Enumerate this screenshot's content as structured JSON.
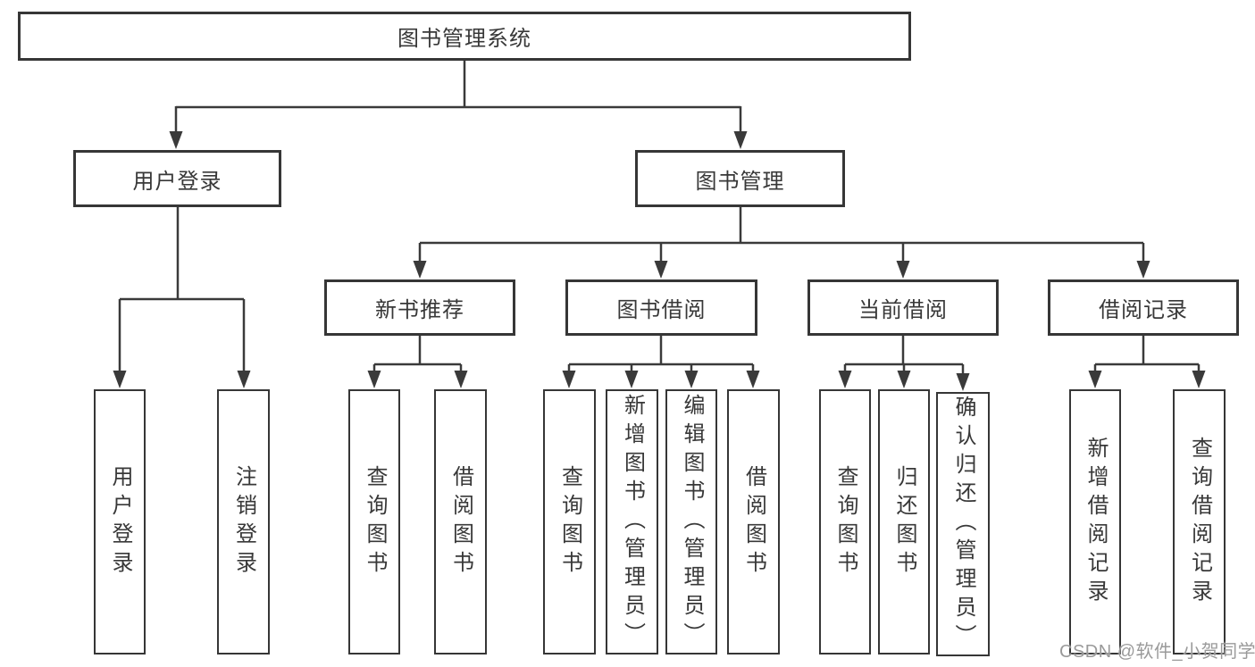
{
  "colors": {
    "line": "#3a3a3a",
    "box_border": "#363636",
    "text": "#383838",
    "watermark": "#9a9a9a",
    "background": "#ffffff"
  },
  "watermark": {
    "text": "CSDN @软件_小贺同学"
  },
  "tree": {
    "root": {
      "label": "图书管理系统"
    },
    "branches": [
      {
        "label": "用户登录",
        "children": [
          {
            "label": "用户登录"
          },
          {
            "label": "注销登录"
          }
        ]
      },
      {
        "label": "图书管理",
        "children": [
          {
            "label": "新书推荐",
            "children": [
              {
                "label": "查询图书"
              },
              {
                "label": "借阅图书"
              }
            ]
          },
          {
            "label": "图书借阅",
            "children": [
              {
                "label": "查询图书"
              },
              {
                "label": "新增图书（管理员）"
              },
              {
                "label": "编辑图书（管理员）"
              },
              {
                "label": "借阅图书"
              }
            ]
          },
          {
            "label": "当前借阅",
            "children": [
              {
                "label": "查询图书"
              },
              {
                "label": "归还图书"
              },
              {
                "label": "确认归还（管理员）"
              }
            ]
          },
          {
            "label": "借阅记录",
            "children": [
              {
                "label": "新增借阅记录"
              },
              {
                "label": "查询借阅记录"
              }
            ]
          }
        ]
      }
    ]
  }
}
